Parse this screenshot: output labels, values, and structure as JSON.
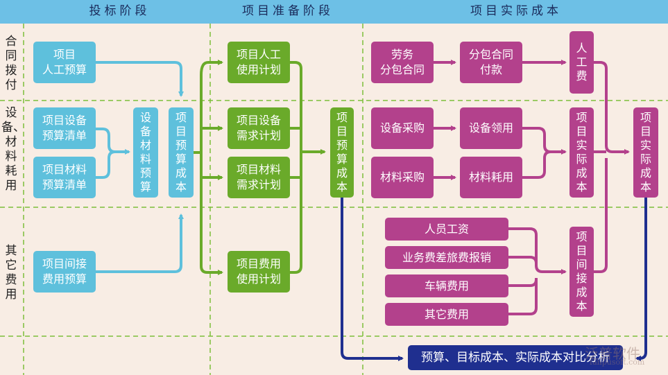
{
  "header": {
    "phase_bid": "投标阶段",
    "phase_prep": "项目准备阶段",
    "phase_actual": "项目实际成本"
  },
  "rows": {
    "contract_payment": "合同拨付",
    "equipment_material": "设备、材料耗用",
    "other_expense": "其它费用"
  },
  "bid": {
    "labor_budget": "项目\n人工预算",
    "equip_budget_list": "项目设备\n预算清单",
    "material_budget_list": "项目材料\n预算清单",
    "equip_material_budget": "设备材料预算",
    "project_budget_cost": "项目预算成本",
    "indirect_budget": "项目间接\n费用预算"
  },
  "prep": {
    "labor_plan": "项目人工\n使用计划",
    "equip_plan": "项目设备\n需求计划",
    "material_plan": "项目材料\n需求计划",
    "expense_plan": "项目费用\n使用计划",
    "budget_cost": "项目预算成本"
  },
  "actual": {
    "labor_subcontract": "劳务\n分包合同",
    "subcontract_payment": "分包合同\n付款",
    "labor_cost": "人工费",
    "equip_purchase": "设备采购",
    "equip_use": "设备领用",
    "material_purchase": "材料采购",
    "material_use": "材料耗用",
    "actual_cost": "项目实际成本",
    "staff_salary": "人员工资",
    "travel_expense": "业务费差旅费报销",
    "vehicle_expense": "车辆费用",
    "other_expense": "其它费用",
    "indirect_cost": "项目间接成本",
    "total_actual_cost": "项目实际成本"
  },
  "comparison": "预算、目标成本、实际成本对比分析",
  "watermark": "泛普软件",
  "watermark_url": "fanpusoft.com",
  "colors": {
    "header": "#6dc0e6",
    "background": "#f8ede4",
    "bid": "#5ec0dc",
    "prep": "#6aaa2a",
    "actual": "#b3418c",
    "summary": "#1f2f8f",
    "divider": "#7cbf3a"
  }
}
